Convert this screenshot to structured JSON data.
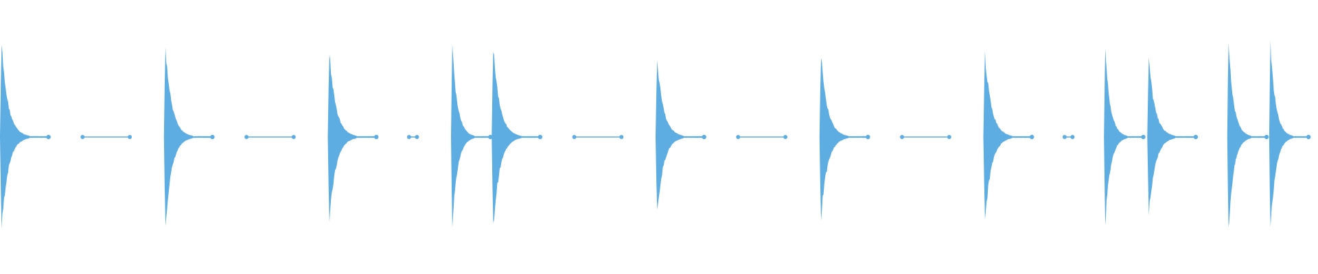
{
  "waveform": {
    "color": "#5dade2",
    "background": "#ffffff",
    "max_amplitude": 1.0,
    "hits": [
      {
        "start": 0.0,
        "amplitude": 0.97,
        "decay": 0.037
      },
      {
        "start": 0.125,
        "amplitude": 0.92,
        "decay": 0.037
      },
      {
        "start": 0.25,
        "amplitude": 0.9,
        "decay": 0.037
      },
      {
        "start": 0.344,
        "amplitude": 0.94,
        "decay": 0.03
      },
      {
        "start": 0.375,
        "amplitude": 0.96,
        "decay": 0.037
      },
      {
        "start": 0.5,
        "amplitude": 0.81,
        "decay": 0.037
      },
      {
        "start": 0.625,
        "amplitude": 0.85,
        "decay": 0.037
      },
      {
        "start": 0.75,
        "amplitude": 0.89,
        "decay": 0.037
      },
      {
        "start": 0.842,
        "amplitude": 0.9,
        "decay": 0.03
      },
      {
        "start": 0.875,
        "amplitude": 0.81,
        "decay": 0.037
      },
      {
        "start": 0.936,
        "amplitude": 0.99,
        "decay": 0.03
      },
      {
        "start": 0.968,
        "amplitude": 0.98,
        "decay": 0.03
      }
    ],
    "gaps": [
      {
        "start": 0.063,
        "end": 0.099
      },
      {
        "start": 0.188,
        "end": 0.224
      },
      {
        "start": 0.312,
        "end": 0.318
      },
      {
        "start": 0.438,
        "end": 0.474
      },
      {
        "start": 0.563,
        "end": 0.599
      },
      {
        "start": 0.688,
        "end": 0.724
      },
      {
        "start": 0.812,
        "end": 0.818
      }
    ]
  }
}
